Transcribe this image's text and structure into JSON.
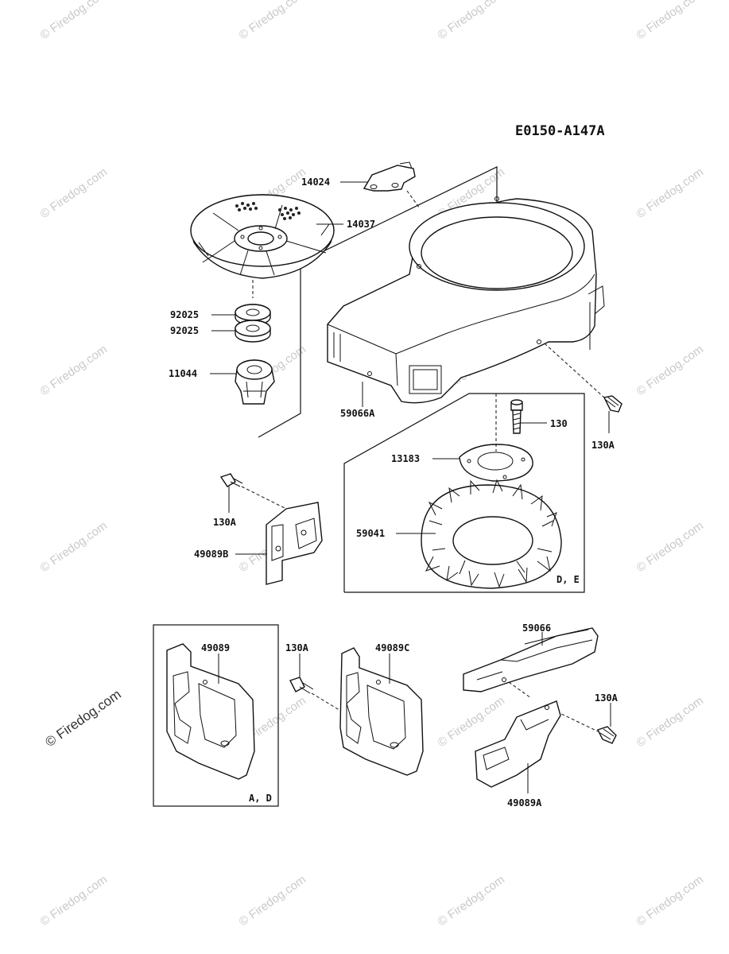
{
  "diagram_code": "E0150-A147A",
  "watermark_text": "© Firedog.com",
  "part_labels": {
    "p14024": "14024",
    "p14037": "14037",
    "p92025a": "92025",
    "p92025b": "92025",
    "p11044": "11044",
    "p59066A": "59066A",
    "p130": "130",
    "p130A_right": "130A",
    "p13183": "13183",
    "p130A_left": "130A",
    "p49089B": "49089B",
    "p59041": "59041",
    "p59066": "59066",
    "p49089": "49089",
    "p130A_mid": "130A",
    "p49089C": "49089C",
    "p130A_lower": "130A",
    "p49089A": "49089A"
  },
  "variant_notes": {
    "de": "D, E",
    "ad": "A, D"
  }
}
